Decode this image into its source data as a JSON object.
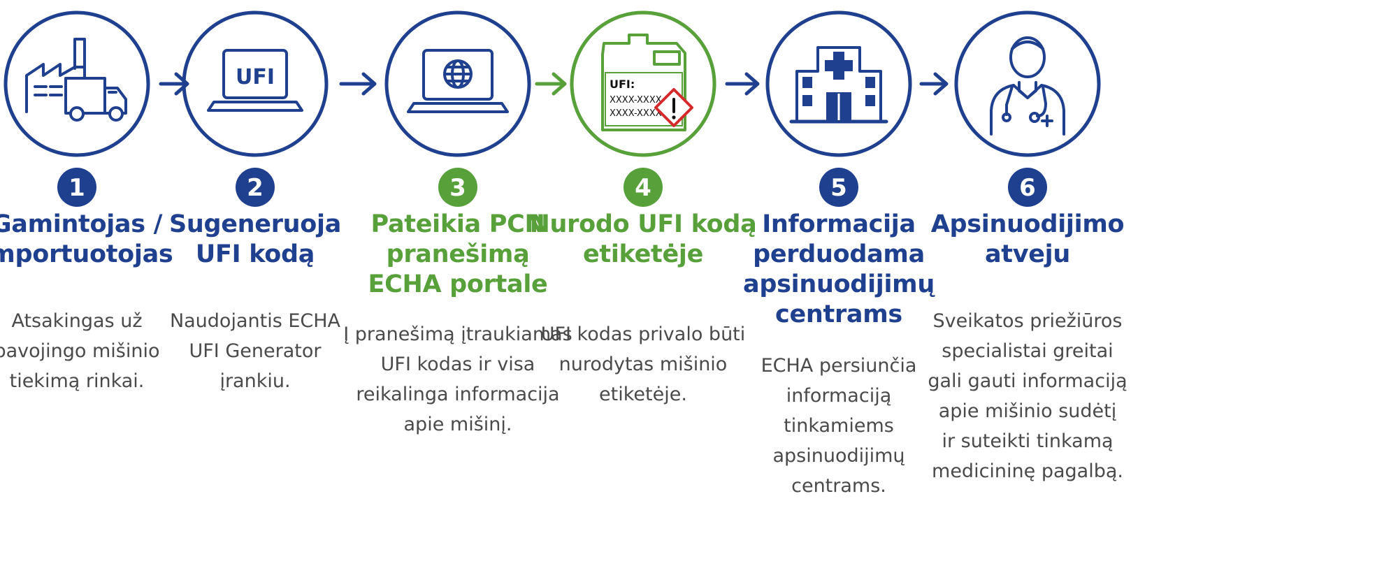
{
  "colors": {
    "navy": "#1f3f8f",
    "green": "#57a03a",
    "hazard_red": "#d42a2a",
    "text_gray": "#4a4a4a"
  },
  "steps": [
    {
      "number": "1",
      "color": "navy",
      "icon": "factory-truck-icon",
      "title_lines": [
        "Gamintojas /",
        "Importuotojas"
      ],
      "desc_lines": [
        "Atsakingas už",
        "pavojingo mišinio",
        "tiekimą rinkai."
      ]
    },
    {
      "number": "2",
      "color": "navy",
      "icon": "laptop-ufi-icon",
      "screen_text": "UFI",
      "title_lines": [
        "Sugeneruoja",
        "UFI kodą"
      ],
      "desc_lines": [
        "Naudojantis ECHA",
        "UFI Generator",
        "įrankiu."
      ]
    },
    {
      "number": "3",
      "color": "green",
      "icon": "laptop-globe-icon",
      "title_lines": [
        "Pateikia PCN",
        "pranešimą",
        "ECHA portale"
      ],
      "desc_lines": [
        "Į pranešimą įtraukiamas",
        "UFI kodas ir visa",
        "reikalinga informacija",
        "apie mišinį."
      ]
    },
    {
      "number": "4",
      "color": "green",
      "icon": "labeled-canister-icon",
      "label_lines": [
        "UFI:",
        "XXXX-XXXX-",
        "XXXX-XXXX"
      ],
      "title_lines": [
        "Nurodo UFI kodą",
        "etiketėje"
      ],
      "desc_lines": [
        "UFI kodas privalo būti",
        "nurodytas mišinio",
        "etiketėje."
      ]
    },
    {
      "number": "5",
      "color": "navy",
      "icon": "hospital-icon",
      "title_lines": [
        "Informacija",
        "perduodama",
        "apsinuodijimų",
        "centrams"
      ],
      "desc_lines": [
        "ECHA persiunčia",
        "informaciją",
        "tinkamiems",
        "apsinuodijimų",
        "centrams."
      ]
    },
    {
      "number": "6",
      "color": "navy",
      "icon": "doctor-icon",
      "title_lines": [
        "Apsinuodijimo",
        "atveju"
      ],
      "desc_lines": [
        "Sveikatos priežiūros",
        "specialistai greitai",
        "gali gauti informaciją",
        "apie mišinio sudėtį",
        "ir suteikti tinkamą",
        "medicininę pagalbą."
      ]
    }
  ]
}
